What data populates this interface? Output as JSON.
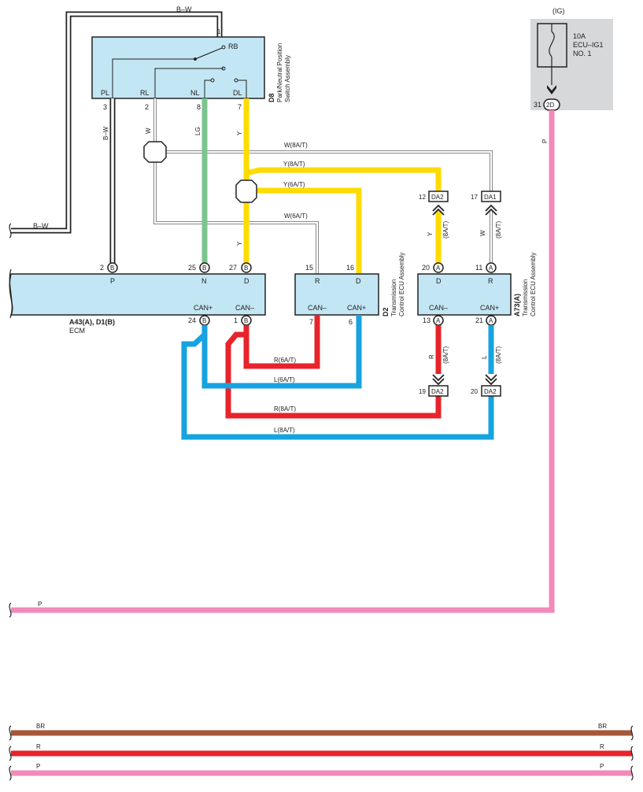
{
  "ig_box": {
    "title": "(IG)",
    "fuse_line1": "10A",
    "fuse_line2": "ECU–IG1",
    "fuse_line3": "NO. 1",
    "pin": "31",
    "conn": "2D"
  },
  "d8": {
    "code": "D8",
    "desc1": "Park/Neutral Position",
    "desc2": "Switch Assembly",
    "pin1": "1",
    "rb": "RB",
    "pl": "PL",
    "rl": "RL",
    "nl": "NL",
    "dl": "DL",
    "p3": "3",
    "p2": "2",
    "p8": "8",
    "p7": "7"
  },
  "ecm": {
    "title": "A43(A), D1(B)",
    "subtitle": "ECM",
    "p_label": "P",
    "n_label": "N",
    "d_label": "D",
    "canp_label": "CAN+",
    "canm_label": "CAN–",
    "pin2": "2",
    "pin25": "25",
    "pin27": "27",
    "pin24": "24",
    "pin1": "1",
    "conn": "B"
  },
  "d2": {
    "code": "D2",
    "desc1": "Transmission",
    "desc2": "Control ECU Assembly",
    "r": "R",
    "d": "D",
    "canm": "CAN–",
    "canp": "CAN+",
    "pin15": "15",
    "pin16": "16",
    "pin7": "7",
    "pin6": "6"
  },
  "a73": {
    "code": "A73(A)",
    "desc1": "Transmission",
    "desc2": "Control ECU Assembly",
    "d": "D",
    "r": "R",
    "canm": "CAN–",
    "canp": "CAN+",
    "pin20": "20",
    "pin11": "11",
    "pin13": "13",
    "pin21": "21",
    "conn": "A"
  },
  "junctions": {
    "da2_top": "DA2",
    "da1_top": "DA1",
    "da2_bl": "DA2",
    "da2_br": "DA2",
    "pin12": "12",
    "pin17": "17",
    "pin19": "19",
    "pin20": "20"
  },
  "wires": {
    "bw": "B–W",
    "w": "W",
    "lg": "LG",
    "y": "Y",
    "w_8at": "W(8A/T)",
    "y_8at": "Y(8A/T)",
    "y_6at": "Y(6A/T)",
    "w_6at": "W(6A/T)",
    "r_6at": "R(6A/T)",
    "l_6at": "L(6A/T)",
    "r_8at": "R(8A/T)",
    "l_8at": "L(8A/T)",
    "at8": "(8A/T)",
    "r": "R",
    "l": "L",
    "p": "P",
    "br": "BR"
  },
  "colors": {
    "box_fill": "#c3e6f4",
    "ig_fill": "#d7d8da",
    "yellow": "#ffdb00",
    "green": "#7cc48f",
    "red": "#e8232a",
    "blue": "#16a3e0",
    "pink": "#f08ab8",
    "brown": "#a5573a",
    "white_wire": "#ffffff"
  }
}
